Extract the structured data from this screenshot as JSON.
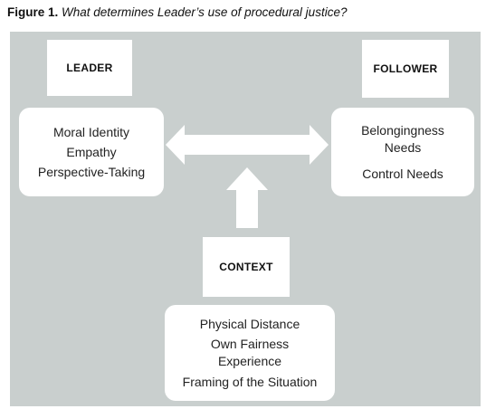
{
  "caption": {
    "number": "Figure 1.",
    "title": "What determines Leader’s use of procedural justice?"
  },
  "leader": {
    "label": "LEADER",
    "items": [
      "Moral Identity",
      "Empathy",
      "Perspective-Taking"
    ]
  },
  "follower": {
    "label": "FOLLOWER",
    "items": [
      "Belongingness Needs",
      "Control Needs"
    ]
  },
  "context": {
    "label": "CONTEXT",
    "items": [
      "Physical Distance",
      "Own Fairness Experience",
      "Framing of the Situation"
    ]
  },
  "colors": {
    "panel_background": "#c9cfce",
    "box_background": "#ffffff",
    "arrow_fill": "#ffffff"
  }
}
